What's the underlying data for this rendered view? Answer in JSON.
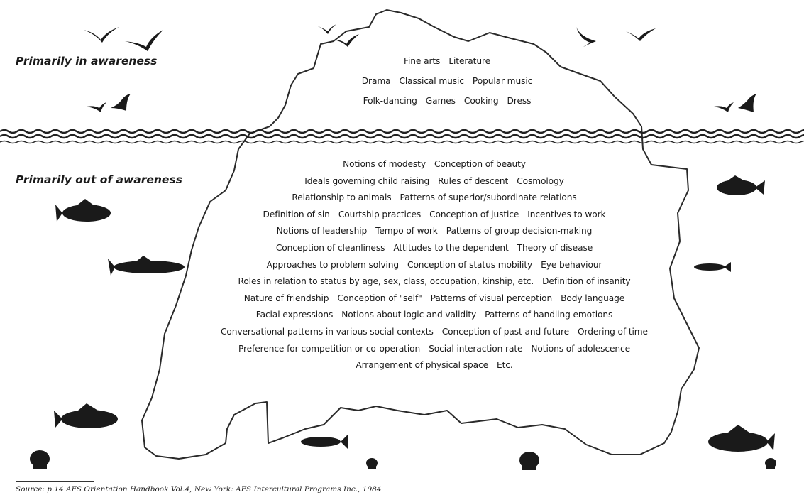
{
  "labels": {
    "in_awareness": "Primarily in awareness",
    "out_of_awareness": "Primarily out of awareness"
  },
  "above_water": [
    [
      "Fine arts",
      "Literature"
    ],
    [
      "Drama",
      "Classical music",
      "Popular music"
    ],
    [
      "Folk-dancing",
      "Games",
      "Cooking",
      "Dress"
    ]
  ],
  "below_water": [
    [
      "Notions of modesty",
      "Conception of beauty"
    ],
    [
      "Ideals governing child raising",
      "Rules of descent",
      "Cosmology"
    ],
    [
      "Relationship to animals",
      "Patterns of superior/subordinate relations"
    ],
    [
      "Definition of sin",
      "Courtship practices",
      "Conception of justice",
      "Incentives to work"
    ],
    [
      "Notions of leadership",
      "Tempo of work",
      "Patterns of group decision-making"
    ],
    [
      "Conception of cleanliness",
      "Attitudes to the dependent",
      "Theory of disease"
    ],
    [
      "Approaches to problem solving",
      "Conception of status mobility",
      "Eye behaviour"
    ],
    [
      "Roles in relation to status by age, sex, class, occupation, kinship, etc.",
      "Definition of insanity"
    ],
    [
      "Nature of friendship",
      "Conception of \"self\"",
      "Patterns of visual perception",
      "Body language"
    ],
    [
      "Facial expressions",
      "Notions about logic and validity",
      "Patterns of handling emotions"
    ],
    [
      "Conversational patterns in various social contexts",
      "Conception of past and future",
      "Ordering of time"
    ],
    [
      "Preference for competition or co-operation",
      "Social interaction rate",
      "Notions of adolescence"
    ],
    [
      "Arrangement of physical space",
      "Etc."
    ]
  ],
  "source": "Source: p.14 AFS Orientation Handbook Vol.4, New York: AFS Intercultural Programs Inc., 1984",
  "colors": {
    "ink": "#1a1a1a",
    "background": "#ffffff"
  }
}
